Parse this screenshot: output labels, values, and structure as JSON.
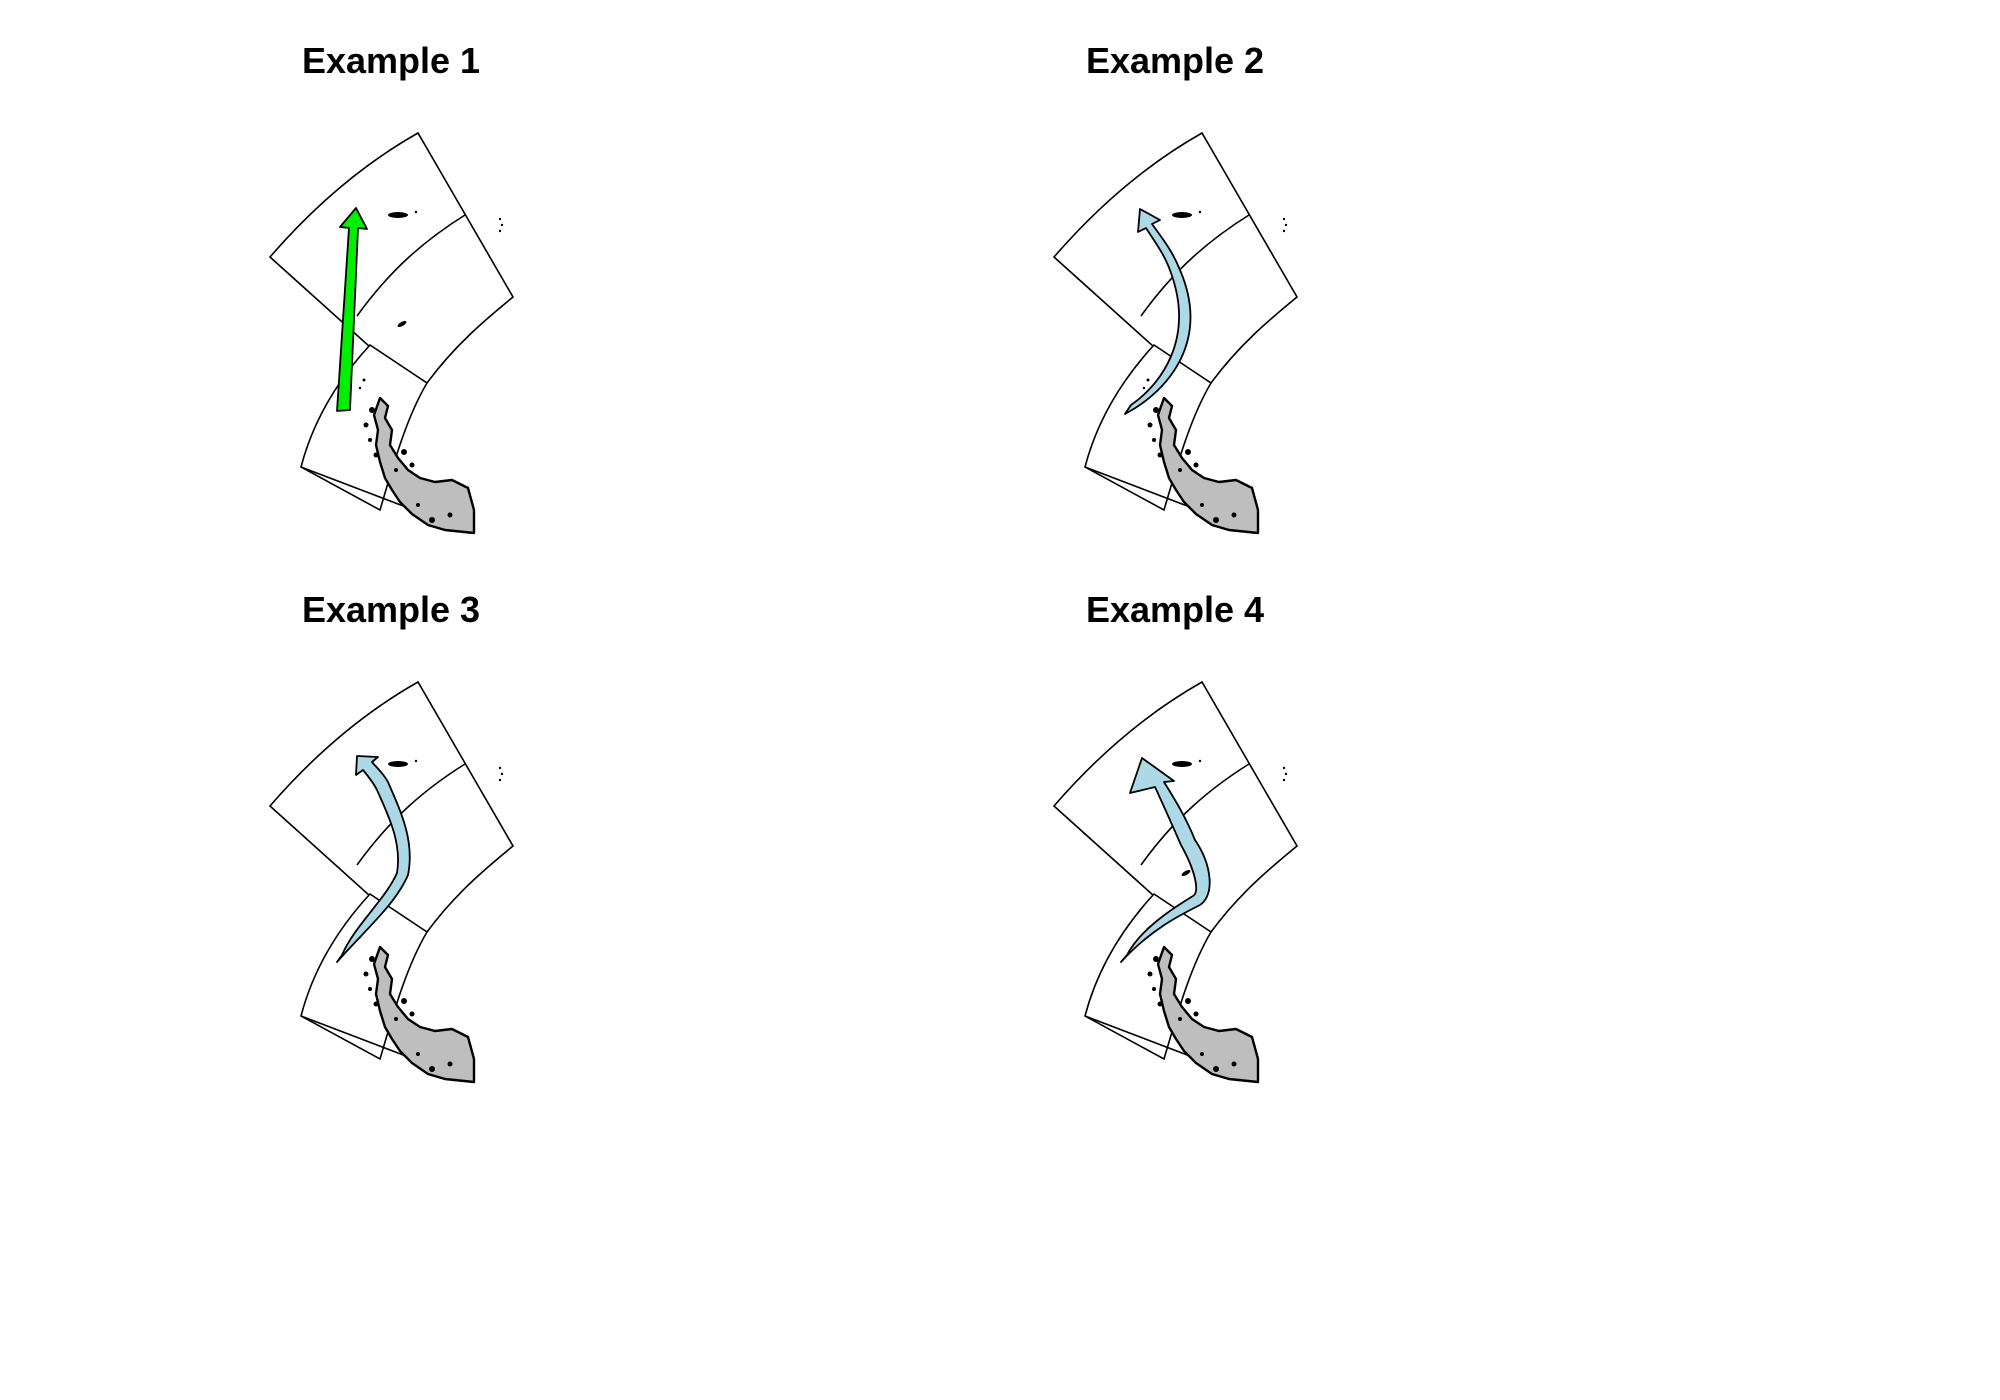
{
  "panels": [
    {
      "title": "Example 1",
      "arrow": {
        "style": "straight",
        "fill": "#00EE00"
      }
    },
    {
      "title": "Example 2",
      "arrow": {
        "style": "curved",
        "fill": "#ADD8E6"
      }
    },
    {
      "title": "Example 3",
      "arrow": {
        "style": "s-curve",
        "fill": "#ADD8E6"
      }
    },
    {
      "title": "Example 4",
      "arrow": {
        "style": "s-curve-wide-head",
        "fill": "#ADD8E6"
      }
    }
  ],
  "map": {
    "stroke": "#000000",
    "land_fill": "#BEBEBE",
    "background": "#FFFFFF"
  }
}
